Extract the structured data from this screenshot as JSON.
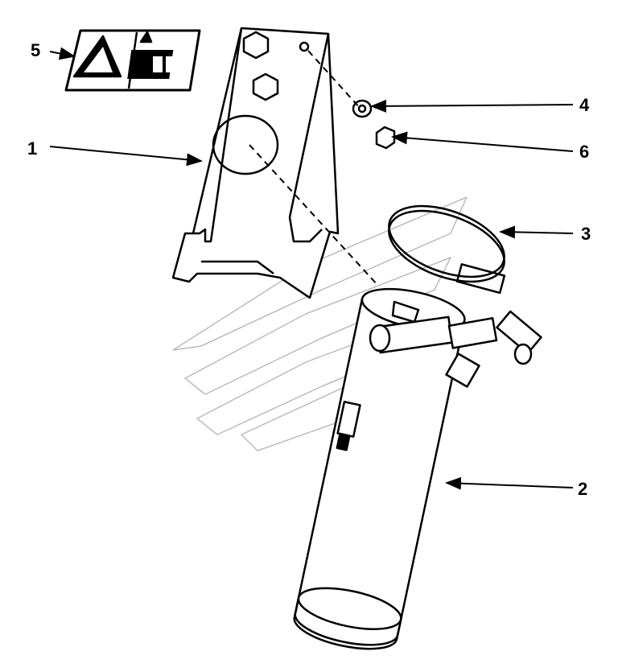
{
  "diagram": {
    "callouts": [
      {
        "id": "5",
        "label": "5",
        "part": "warning-decal"
      },
      {
        "id": "1",
        "label": "1",
        "part": "mounting-bracket"
      },
      {
        "id": "4",
        "label": "4",
        "part": "washer"
      },
      {
        "id": "6",
        "label": "6",
        "part": "nut"
      },
      {
        "id": "3",
        "label": "3",
        "part": "hose-clamp"
      },
      {
        "id": "2",
        "label": "2",
        "part": "receiver-drier"
      }
    ]
  }
}
